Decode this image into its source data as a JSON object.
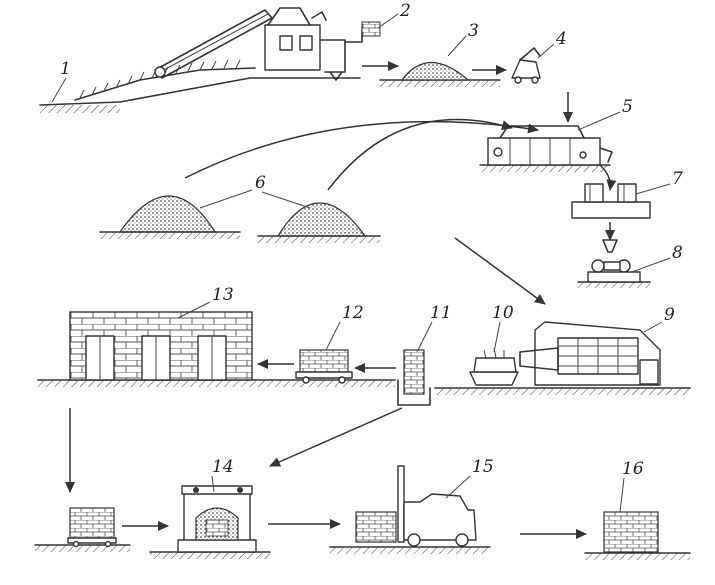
{
  "labels": {
    "n1": "1",
    "n2": "2",
    "n3": "3",
    "n4": "4",
    "n5": "5",
    "n6": "6",
    "n7": "7",
    "n8": "8",
    "n9": "9",
    "n10": "10",
    "n11": "11",
    "n12": "12",
    "n13": "13",
    "n14": "14",
    "n15": "15",
    "n16": "16"
  },
  "colors": {
    "ink": "#333333",
    "background": "#ffffff",
    "stipple": "#555555"
  }
}
